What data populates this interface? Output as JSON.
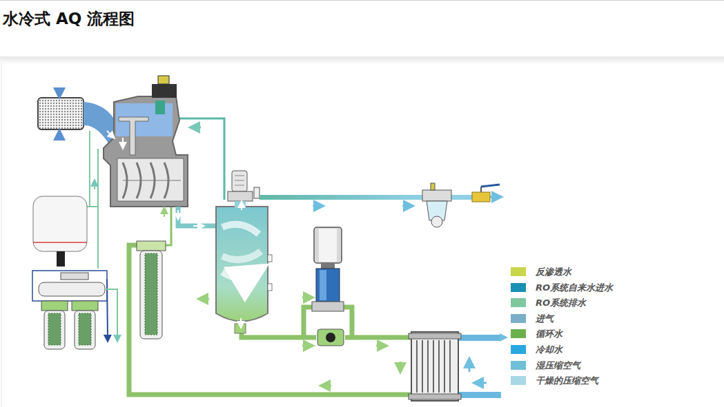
{
  "diagram": {
    "title": "水冷式 AQ 流程图",
    "legend": [
      {
        "text": "反渗透水",
        "color": "#c9d64a"
      },
      {
        "text": "RO系统自来水进水",
        "color": "#1a8fb5"
      },
      {
        "text": "RO系统排水",
        "color": "#7ec8a0"
      },
      {
        "text": "进气",
        "color": "#7aaec8"
      },
      {
        "text": "循环水",
        "color": "#6ab04c"
      },
      {
        "text": "冷却水",
        "color": "#29a8df"
      },
      {
        "text": "湿压缩空气",
        "color": "#6fbfd6"
      },
      {
        "text": "干燥的压缩空气",
        "color": "#a8d8e6"
      }
    ]
  }
}
